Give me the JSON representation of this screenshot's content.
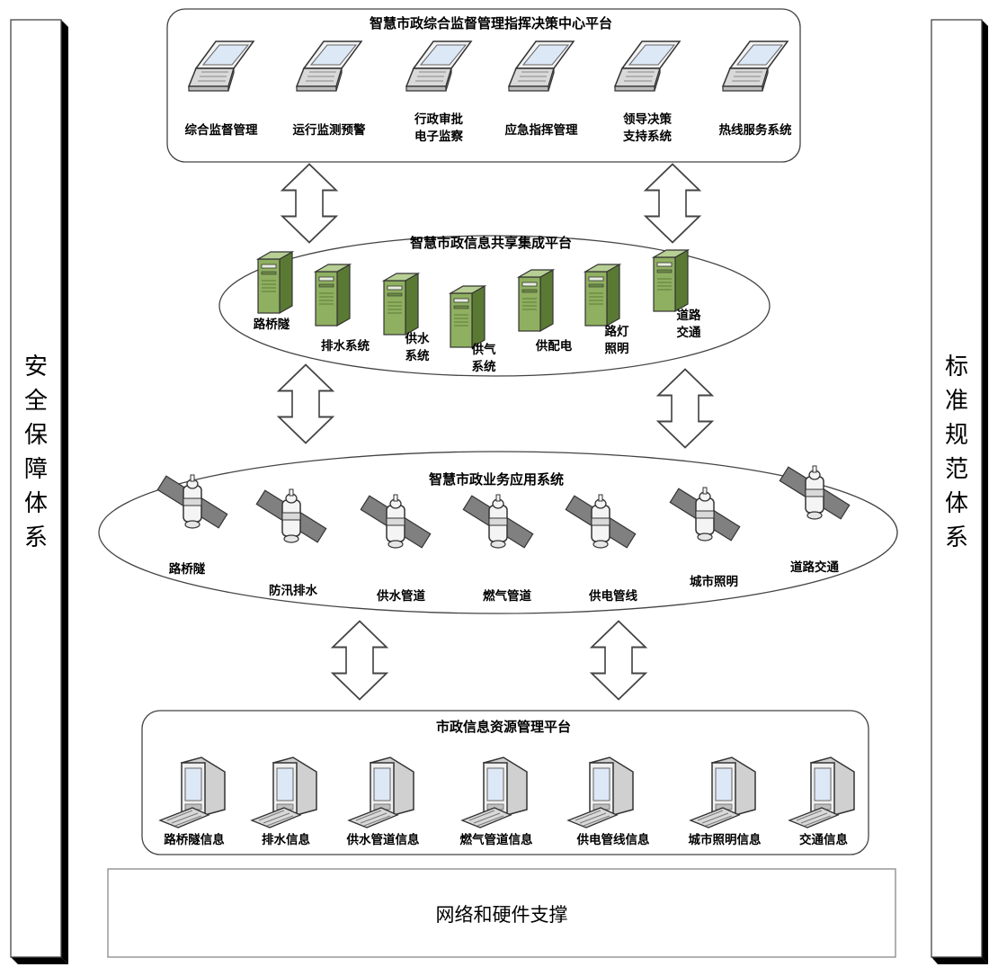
{
  "side_left": {
    "label": "安全保障体系"
  },
  "side_right": {
    "label": "标准规范体系"
  },
  "command_platform": {
    "title": "智慧市政综合监督管理指挥决策中心平台",
    "items": [
      {
        "icon": "laptop-icon",
        "lines": [
          "综合监督管理"
        ]
      },
      {
        "icon": "laptop-icon",
        "lines": [
          "运行监测预警"
        ]
      },
      {
        "icon": "laptop-icon",
        "lines": [
          "行政审批",
          "电子监察"
        ]
      },
      {
        "icon": "laptop-icon",
        "lines": [
          "应急指挥管理"
        ]
      },
      {
        "icon": "laptop-icon",
        "lines": [
          "领导决策",
          "支持系统"
        ]
      },
      {
        "icon": "laptop-icon",
        "lines": [
          "热线服务系统"
        ]
      }
    ]
  },
  "sharing_platform": {
    "title": "智慧市政信息共享集成平台",
    "items": [
      {
        "icon": "server-icon",
        "lines": [
          "路桥隧"
        ]
      },
      {
        "icon": "server-icon",
        "lines": [
          "排水系统"
        ]
      },
      {
        "icon": "server-icon",
        "lines": [
          "供水",
          "系统"
        ]
      },
      {
        "icon": "server-icon",
        "lines": [
          "供气",
          "系统"
        ]
      },
      {
        "icon": "server-icon",
        "lines": [
          "供配电"
        ]
      },
      {
        "icon": "server-icon",
        "lines": [
          "路灯",
          "照明"
        ]
      },
      {
        "icon": "server-icon",
        "lines": [
          "道路",
          "交通"
        ]
      }
    ]
  },
  "business_systems": {
    "title": "智慧市政业务应用系统",
    "items": [
      {
        "icon": "satellite-icon",
        "lines": [
          "路桥隧"
        ]
      },
      {
        "icon": "satellite-icon",
        "lines": [
          "防汛排水"
        ]
      },
      {
        "icon": "satellite-icon",
        "lines": [
          "供水管道"
        ]
      },
      {
        "icon": "satellite-icon",
        "lines": [
          "燃气管道"
        ]
      },
      {
        "icon": "satellite-icon",
        "lines": [
          "供电管线"
        ]
      },
      {
        "icon": "satellite-icon",
        "lines": [
          "城市照明"
        ]
      },
      {
        "icon": "satellite-icon",
        "lines": [
          "道路交通"
        ]
      }
    ]
  },
  "resource_platform": {
    "title": "市政信息资源管理平台",
    "items": [
      {
        "icon": "desktop-computer-icon",
        "lines": [
          "路桥隧信息"
        ]
      },
      {
        "icon": "desktop-computer-icon",
        "lines": [
          "排水信息"
        ]
      },
      {
        "icon": "desktop-computer-icon",
        "lines": [
          "供水管道信息"
        ]
      },
      {
        "icon": "desktop-computer-icon",
        "lines": [
          "燃气管道信息"
        ]
      },
      {
        "icon": "desktop-computer-icon",
        "lines": [
          "供电管线信息"
        ]
      },
      {
        "icon": "desktop-computer-icon",
        "lines": [
          "城市照明信息"
        ]
      },
      {
        "icon": "desktop-computer-icon",
        "lines": [
          "交通信息"
        ]
      }
    ]
  },
  "network_support": {
    "label": "网络和硬件支撑"
  },
  "colors": {
    "screen": "#dde8f7",
    "server_body": "#8fb060",
    "server_dark": "#5a7a34",
    "machine_gray": "#d9d9d9",
    "stroke": "#333333",
    "frame": "#888888"
  }
}
